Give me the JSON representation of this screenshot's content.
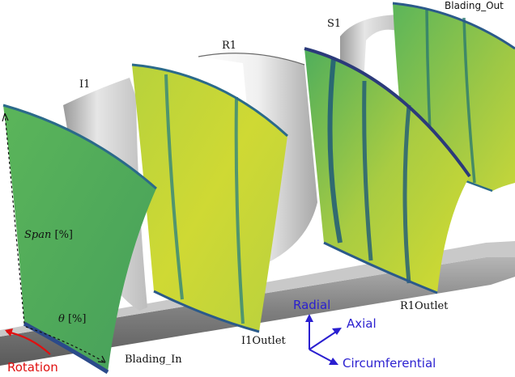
{
  "labels": {
    "blading_out": "Blading_Out",
    "s1": "S1",
    "r1": "R1",
    "i1": "I1",
    "span": "Span",
    "span_unit": "[%]",
    "theta": "θ",
    "theta_unit": "[%]",
    "i1_outlet": "I1Outlet",
    "r1_outlet": "R1Outlet",
    "blading_in": "Blading_In",
    "rotation": "Rotation"
  },
  "axes": {
    "radial": "Radial",
    "axial": "Axial",
    "circumferential": "Circumferential"
  },
  "colors": {
    "axes": "#2a1fd0",
    "rotation": "#e01010",
    "plane_green": "#52b05a",
    "plane_yellow": "#c8d838",
    "plane_dark": "#2a6a7a",
    "blade_grey": "#cfcfcf",
    "hub_grey": "#8c8c8c"
  }
}
